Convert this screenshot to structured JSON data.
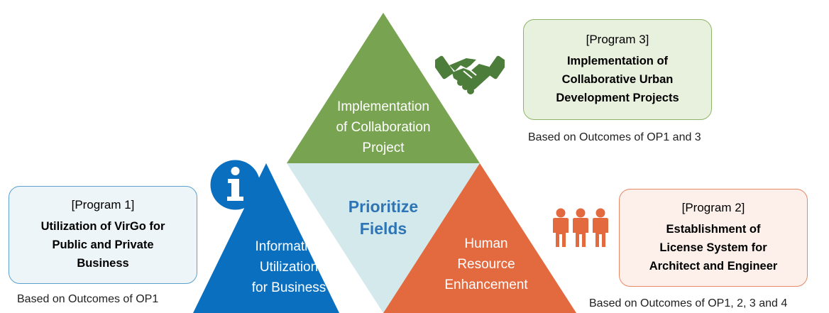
{
  "triangle": {
    "top_label": [
      "Implementation",
      "of Collaboration",
      "Project"
    ],
    "left_label": [
      "Information",
      "Utilization",
      "for Business"
    ],
    "right_label": [
      "Human",
      "Resource",
      "Enhancement"
    ],
    "center_label": [
      "Prioritize",
      "Fields"
    ]
  },
  "programs": {
    "program1": {
      "title": "[Program 1]",
      "lines": [
        "Utilization of VirGo for",
        "Public and Private",
        "Business"
      ],
      "caption": "Based on Outcomes of OP1"
    },
    "program2": {
      "title": "[Program 2]",
      "lines": [
        "Establishment of",
        "License System for",
        "Architect and Engineer"
      ],
      "caption": "Based on Outcomes of OP1, 2, 3 and 4"
    },
    "program3": {
      "title": "[Program 3]",
      "lines": [
        "Implementation of",
        "Collaborative Urban",
        "Development Projects"
      ],
      "caption": "Based on Outcomes of OP1 and 3"
    }
  },
  "icons": {
    "top": "handshake-icon",
    "left": "information-icon",
    "right": "people-group-icon"
  },
  "colors": {
    "green": "#78a451",
    "blue": "#0a6fbf",
    "orange": "#e36a3f",
    "center": "#d4e9ec",
    "center_text": "#2e75b6",
    "box1_fill": "#edf5f8",
    "box1_border": "#5ca0cf",
    "box2_fill": "#fdf0ea",
    "box2_border": "#e58a64",
    "box3_fill": "#e8f1de",
    "box3_border": "#8db567"
  }
}
